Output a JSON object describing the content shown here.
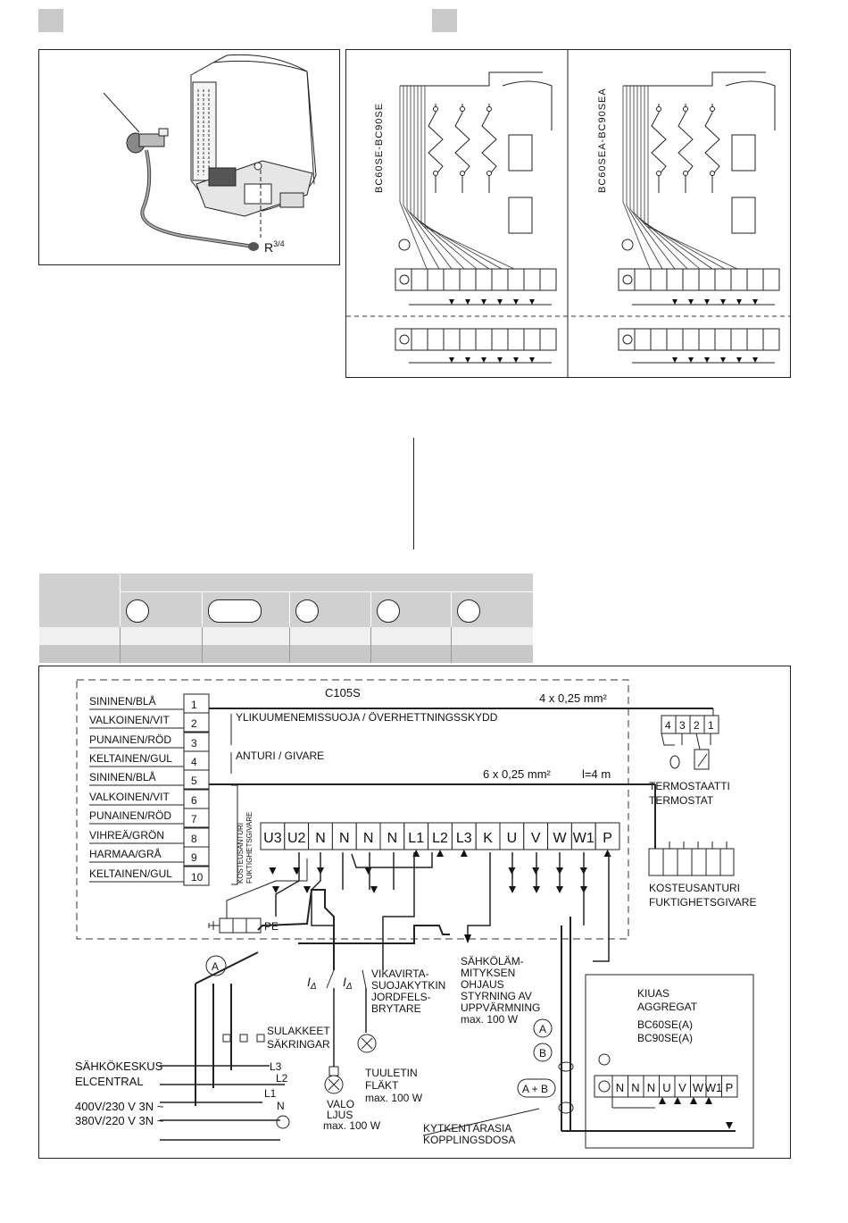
{
  "install_figure": {
    "pipe_label": "R",
    "pipe_thread": "3/4"
  },
  "schematic": {
    "left_model": "BC60SE-BC90SE",
    "right_model": "BC60SEA-BC90SEA"
  },
  "wiring": {
    "unit": "C105S",
    "cable_top": "4 x 0,25 mm²",
    "cable_mid": "6 x 0,25 mm²",
    "cable_length": "l=4 m",
    "wire_colors": [
      "SININEN/BLÅ",
      "VALKOINEN/VIT",
      "PUNAINEN/RÖD",
      "KELTAINEN/GUL",
      "SININEN/BLÅ",
      "VALKOINEN/VIT",
      "PUNAINEN/RÖD",
      "VIHREÄ/GRÖN",
      "HARMAA/GRÅ",
      "KELTAINEN/GUL"
    ],
    "terminal_numbers": [
      "1",
      "2",
      "3",
      "4",
      "5",
      "6",
      "7",
      "8",
      "9",
      "10"
    ],
    "overheat_label": "YLIKUUMENEMISSUOJA / ÖVERHETTNINGSSKYDD",
    "sensor_label": "ANTURI / GIVARE",
    "humidity_vertical_1": "KOSTEUSANTURI",
    "humidity_vertical_2": "FUKTIGHETSGIVARE",
    "terminal_row": [
      "U3",
      "U2",
      "N",
      "N",
      "N",
      "N",
      "L1",
      "L2",
      "L3",
      "K",
      "U",
      "V",
      "W",
      "W1",
      "P"
    ],
    "thermostat_terminals": [
      "4",
      "3",
      "2",
      "1"
    ],
    "thermostat_label_1": "TERMOSTAATTI",
    "thermostat_label_2": "TERMOSTAT",
    "humidity_label_1": "KOSTEUSANTURI",
    "humidity_label_2": "FUKTIGHETSGIVARE",
    "pe_label": "PE",
    "marker_a": "A",
    "marker_b": "B",
    "marker_ab": "A + B",
    "rcd_symbol": "I",
    "rcd_sub": "Δ",
    "rcd_label": [
      "VIKAVIRTA-",
      "SUOJAKYTKIN",
      "JORDFELS-",
      "BRYTARE"
    ],
    "heating_label": [
      "SÄHKÖLÄM-",
      "MITYKSEN",
      "OHJAUS",
      "STYRNING AV",
      "UPPVÄRMNING",
      "max. 100 W"
    ],
    "fuses_label": [
      "SULAKKEET",
      "SÄKRINGAR"
    ],
    "fan_label": [
      "TUULETIN",
      "FLÄKT",
      "max. 100 W"
    ],
    "light_label": [
      "VALO",
      "LJUS",
      "max. 100 W"
    ],
    "mains_label": [
      "SÄHKÖKESKUS",
      "ELCENTRAL",
      "400V/230 V 3N ~",
      "380V/220 V 3N ~"
    ],
    "phase_labels": [
      "L3",
      "L2",
      "L1",
      "N"
    ],
    "junction_label_1": "KYTKENTÄRASIA",
    "junction_label_2": "KOPPLINGSDOSA",
    "heater_label": [
      "KIUAS",
      "AGGREGAT",
      "BC60SE(A)",
      "BC90SE(A)"
    ],
    "heater_terminals": [
      "N",
      "N",
      "N",
      "U",
      "V",
      "W",
      "W1",
      "P"
    ]
  }
}
